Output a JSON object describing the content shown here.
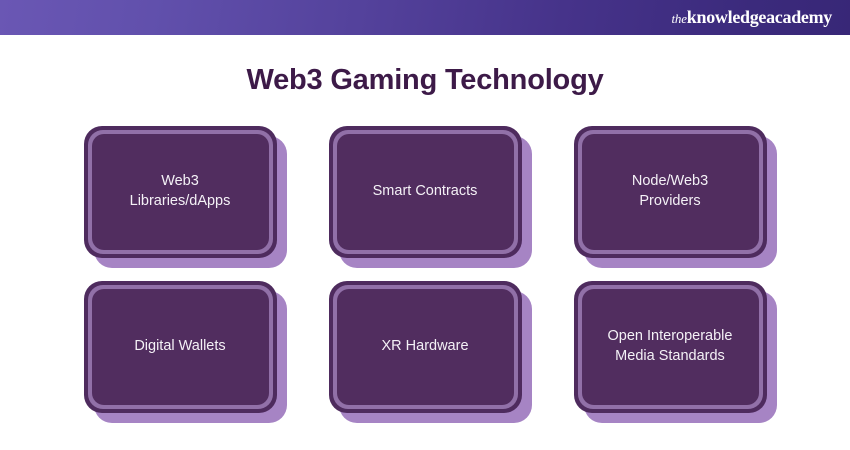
{
  "header": {
    "logo_the": "the",
    "logo_main": "knowledgeacademy",
    "gradient_start": "#6a57b4",
    "gradient_end": "#382777"
  },
  "title": "Web3 Gaming Technology",
  "title_color": "#3d1a48",
  "theme": {
    "card_shadow": "#a684c4",
    "card_outer_ring": "#4e2b5e",
    "card_mid_ring": "#9170a8",
    "card_inner_fill": "#512d5f",
    "card_text": "#f4f1f6",
    "page_background": "#ffffff"
  },
  "cards": [
    {
      "label": "Web3\nLibraries/dApps"
    },
    {
      "label": "Smart Contracts"
    },
    {
      "label": "Node/Web3\nProviders"
    },
    {
      "label": "Digital Wallets"
    },
    {
      "label": "XR Hardware"
    },
    {
      "label": "Open Interoperable\nMedia Standards"
    }
  ]
}
